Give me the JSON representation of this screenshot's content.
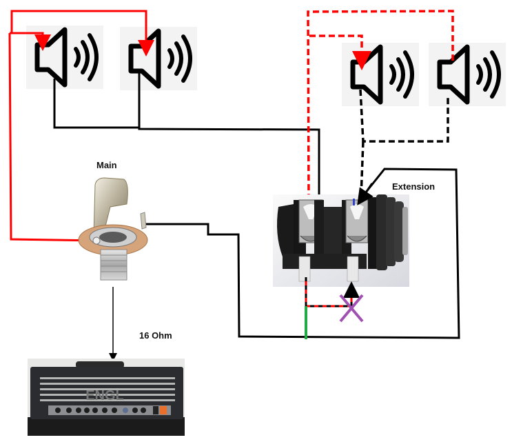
{
  "labels": {
    "main": "Main",
    "extension": "Extension",
    "impedance": "16 Ohm",
    "amp_brand": "ENGL"
  },
  "components": {
    "speakers_main": [
      "speaker-1",
      "speaker-2"
    ],
    "speakers_extension": [
      "speaker-3",
      "speaker-4"
    ],
    "main_jack": "open-frame mono jack",
    "extension_jack": "switched jack",
    "amplifier": "ENGL amp head"
  },
  "colors": {
    "hot_wire": "#ff0000",
    "ground_wire": "#000000",
    "shorted_bridge": "#22aa44",
    "removed_mark": "#a050b0",
    "blue_tab": "#3344cc",
    "speaker_bg": "#f2f2f2"
  },
  "wire_styles": {
    "main_cab": "solid",
    "extension_cab": "dashed"
  }
}
